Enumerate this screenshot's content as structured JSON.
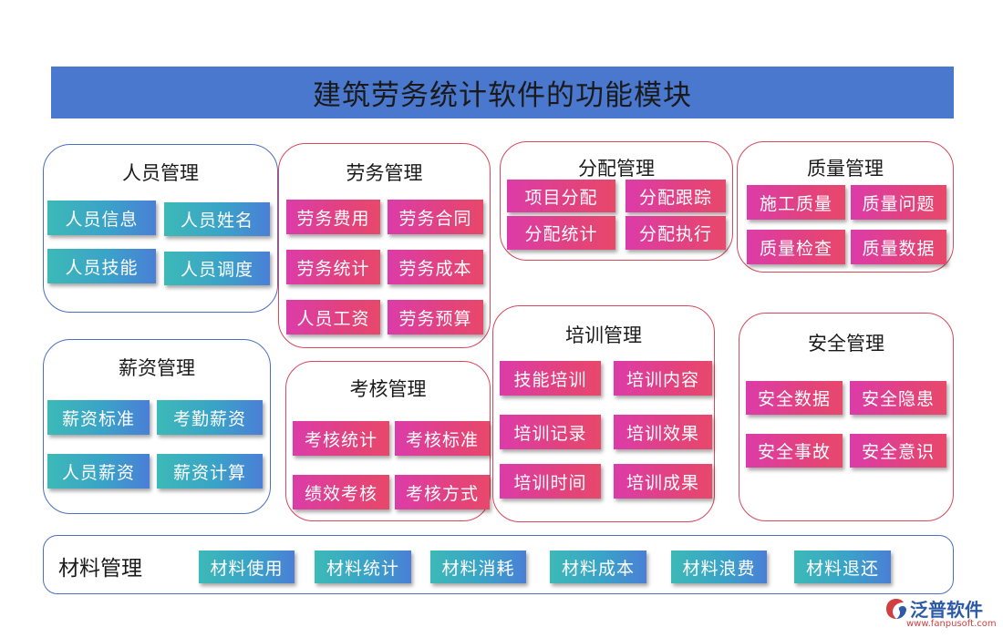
{
  "title": "建筑劳务统计软件的功能模块",
  "groups": {
    "personnel": {
      "title": "人员管理",
      "items": [
        "人员信息",
        "人员姓名",
        "人员技能",
        "人员调度"
      ]
    },
    "labor": {
      "title": "劳务管理",
      "items": [
        "劳务费用",
        "劳务合同",
        "劳务统计",
        "劳务成本",
        "人员工资",
        "劳务预算"
      ]
    },
    "distribution": {
      "title": "分配管理",
      "items": [
        "项目分配",
        "分配跟踪",
        "分配统计",
        "分配执行"
      ]
    },
    "quality": {
      "title": "质量管理",
      "items": [
        "施工质量",
        "质量问题",
        "质量检查",
        "质量数据"
      ]
    },
    "salary": {
      "title": "薪资管理",
      "items": [
        "薪资标准",
        "考勤薪资",
        "人员薪资",
        "薪资计算"
      ]
    },
    "assessment": {
      "title": "考核管理",
      "items": [
        "考核统计",
        "考核标准",
        "绩效考核",
        "考核方式"
      ]
    },
    "training": {
      "title": "培训管理",
      "items": [
        "技能培训",
        "培训内容",
        "培训记录",
        "培训效果",
        "培训时间",
        "培训成果"
      ]
    },
    "safety": {
      "title": "安全管理",
      "items": [
        "安全数据",
        "安全隐患",
        "安全事故",
        "安全意识"
      ]
    },
    "materials": {
      "title": "材料管理",
      "items": [
        "材料使用",
        "材料统计",
        "材料消耗",
        "材料成本",
        "材料浪费",
        "材料退还"
      ]
    }
  },
  "logo": {
    "name": "泛普软件",
    "url": "www.fanpusoft.com"
  },
  "colors": {
    "title_bar": "#4a78cf",
    "blue_border": "#4a6fc0",
    "red_border": "#d9475c",
    "teal_button": "#3aa3c8",
    "pink_button": "#e2427f"
  }
}
